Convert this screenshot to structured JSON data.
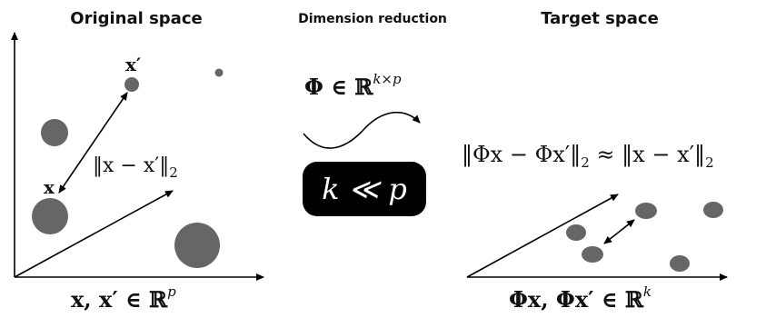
{
  "titles": {
    "original": "Original space",
    "middle": "Dimension reduction",
    "target": "Target space"
  },
  "labels": {
    "x_prime": "x′",
    "x": "x",
    "norm_left": "‖x − x′‖",
    "norm_left_sub": "2",
    "phi": "Φ ∈ ℝ",
    "phi_sup": "k×p",
    "pill": "k ≪ p",
    "norm_right": "‖Φx − Φx′‖",
    "norm_right_sub1": "2",
    "approx": " ≈ ‖x − x′‖",
    "norm_right_sub2": "2",
    "bottom_left": "x, x′ ∈ ℝ",
    "bottom_left_sup": "p",
    "bottom_right": "Φx, Φx′ ∈ ℝ",
    "bottom_right_sup": "k"
  },
  "colors": {
    "point": "#666666",
    "line": "#000000",
    "pill": "#000000"
  }
}
